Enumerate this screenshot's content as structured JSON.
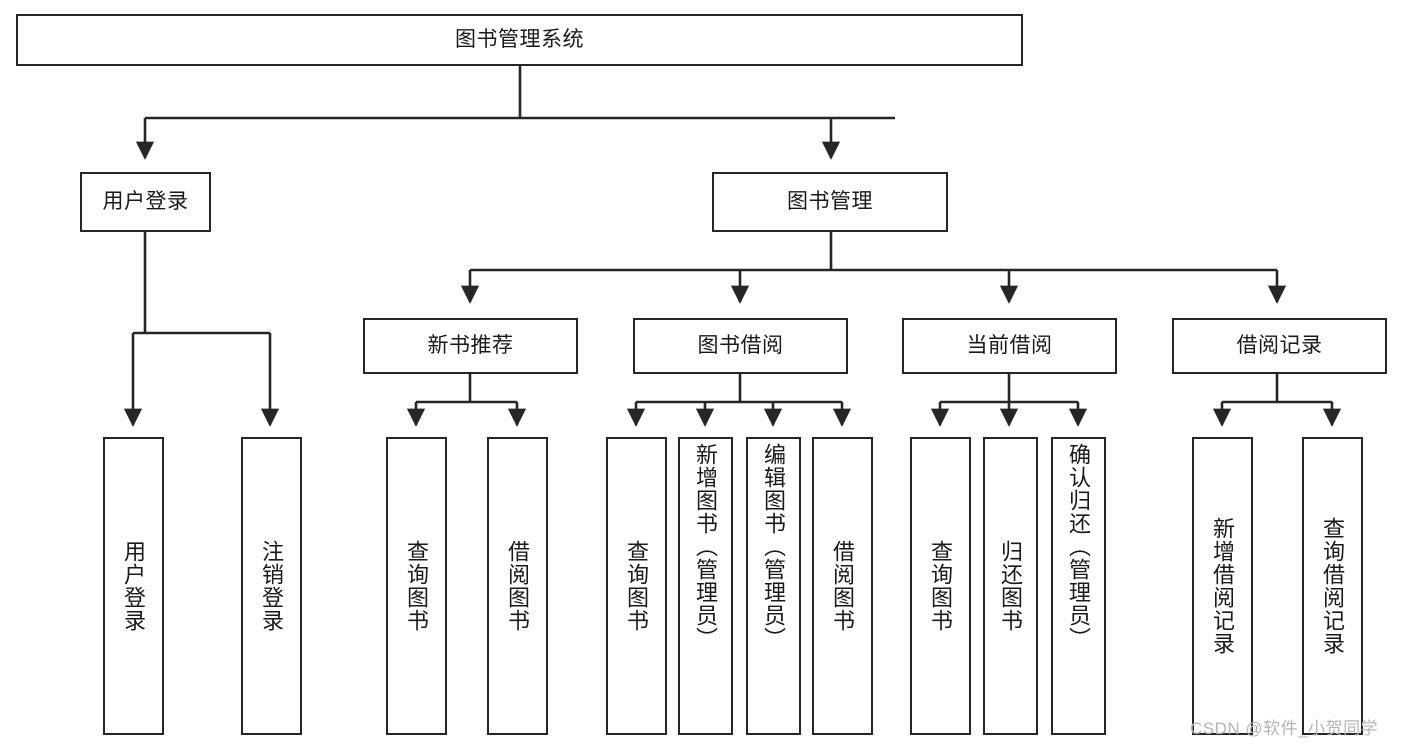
{
  "diagram": {
    "type": "tree-hierarchy-chart",
    "title": "图书管理系统",
    "colors": {
      "box_border": "#262626",
      "box_fill": "#ffffff",
      "connector": "#262626",
      "text": "#1a1a1a",
      "watermark": "#b5b5b5",
      "background": "#ffffff"
    },
    "root": {
      "label": "图书管理系统"
    },
    "level2": [
      {
        "label": "用户登录"
      },
      {
        "label": "图书管理"
      }
    ],
    "level3": [
      {
        "label": "新书推荐"
      },
      {
        "label": "图书借阅"
      },
      {
        "label": "当前借阅"
      },
      {
        "label": "借阅记录"
      }
    ],
    "leaves": {
      "user_login": [
        {
          "label": "用户登录"
        },
        {
          "label": "注销登录"
        }
      ],
      "new_book_recommend": [
        {
          "label": "查询图书"
        },
        {
          "label": "借阅图书"
        }
      ],
      "book_borrow": [
        {
          "label": "查询图书"
        },
        {
          "label": "新增图书（管理员）"
        },
        {
          "label": "编辑图书（管理员）"
        },
        {
          "label": "借阅图书"
        }
      ],
      "current_borrow": [
        {
          "label": "查询图书"
        },
        {
          "label": "归还图书"
        },
        {
          "label": "确认归还（管理员）"
        }
      ],
      "borrow_record": [
        {
          "label": "新增借阅记录"
        },
        {
          "label": "查询借阅记录"
        }
      ]
    }
  },
  "watermark": {
    "text": "CSDN @软件_小贺同学"
  }
}
